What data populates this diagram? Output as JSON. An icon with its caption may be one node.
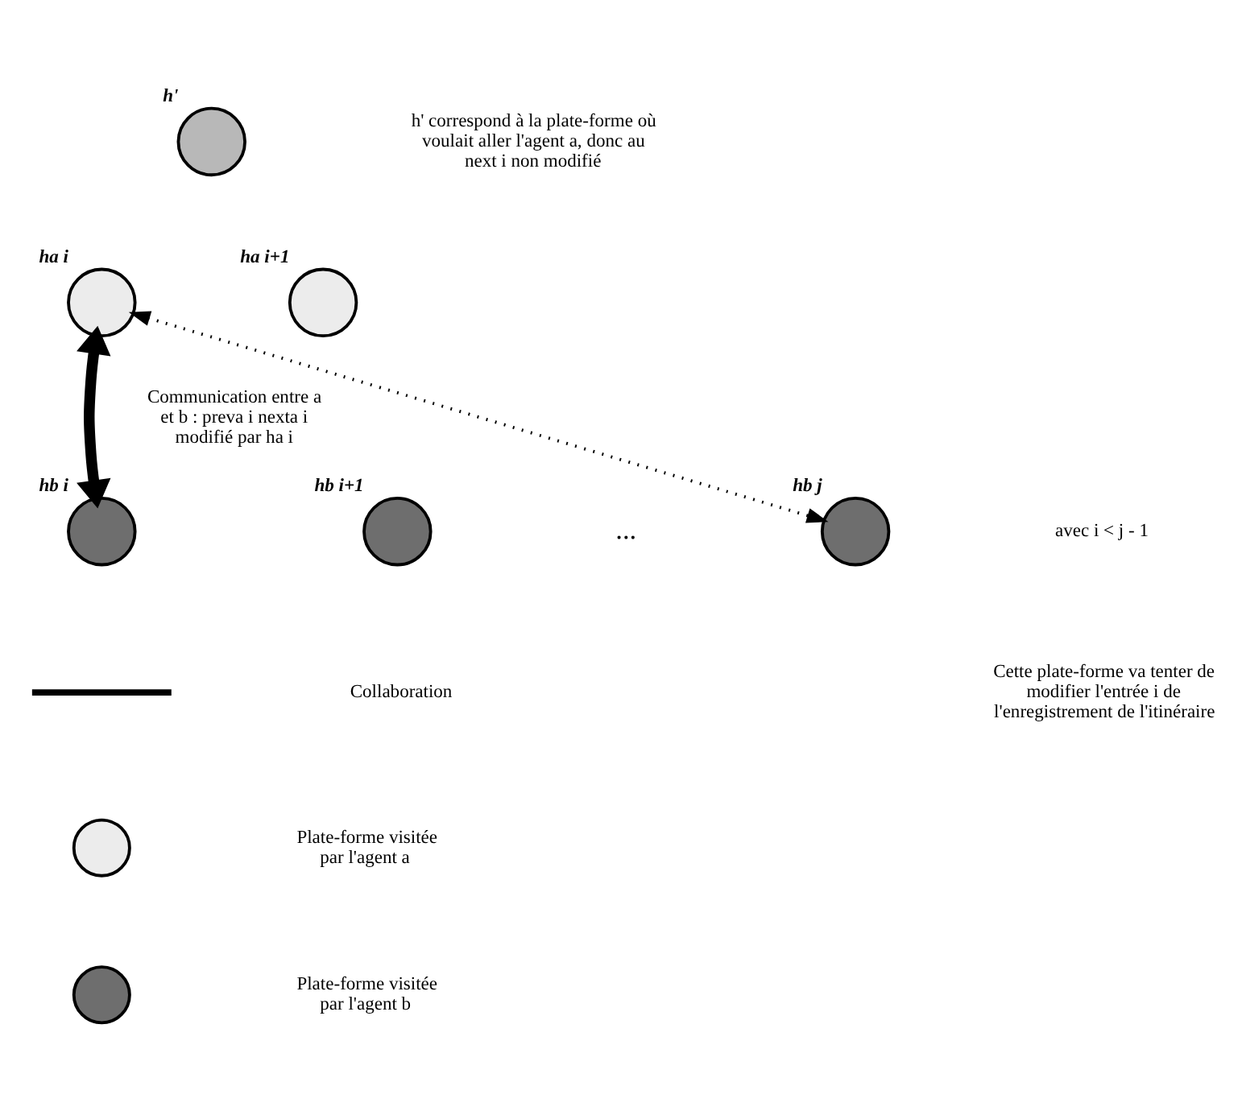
{
  "diagram": {
    "nodes": [
      {
        "text": [
          "h'"
        ]
      },
      {
        "text": [
          "ha i"
        ]
      },
      {
        "text": [
          "ha i+1"
        ]
      },
      {
        "text": [
          "hb i"
        ]
      },
      {
        "text": [
          "hb i+1"
        ]
      },
      {
        "text": [
          "hb j"
        ]
      },
      {
        "text": [],
        "shape": "circle"
      },
      {
        "text": [],
        "shape": "circle"
      }
    ],
    "edges": [
      {
        "from": 1,
        "to": 3,
        "arrow": "both",
        "style": "thick",
        "label": "Communication entre a et b : preva i nexta i modifié par ha i"
      },
      {
        "from": 1,
        "to": 5,
        "arrow": "both",
        "style": "dashed"
      }
    ],
    "labels": [
      "h' correspond à la plate-forme où voulait aller l'agent a, donc au next i non modifié",
      "...",
      "avec i < j - 1",
      "Cette plate-forme va tenter de modifier l'entrée i de l'enregistrement de l'itinéraire"
    ],
    "legend": [
      {
        "text": "Collaboration"
      },
      {
        "text": "Plate-forme visitée par l'agent a"
      },
      {
        "text": "Plate-forme visitée par l'agent b"
      }
    ]
  }
}
